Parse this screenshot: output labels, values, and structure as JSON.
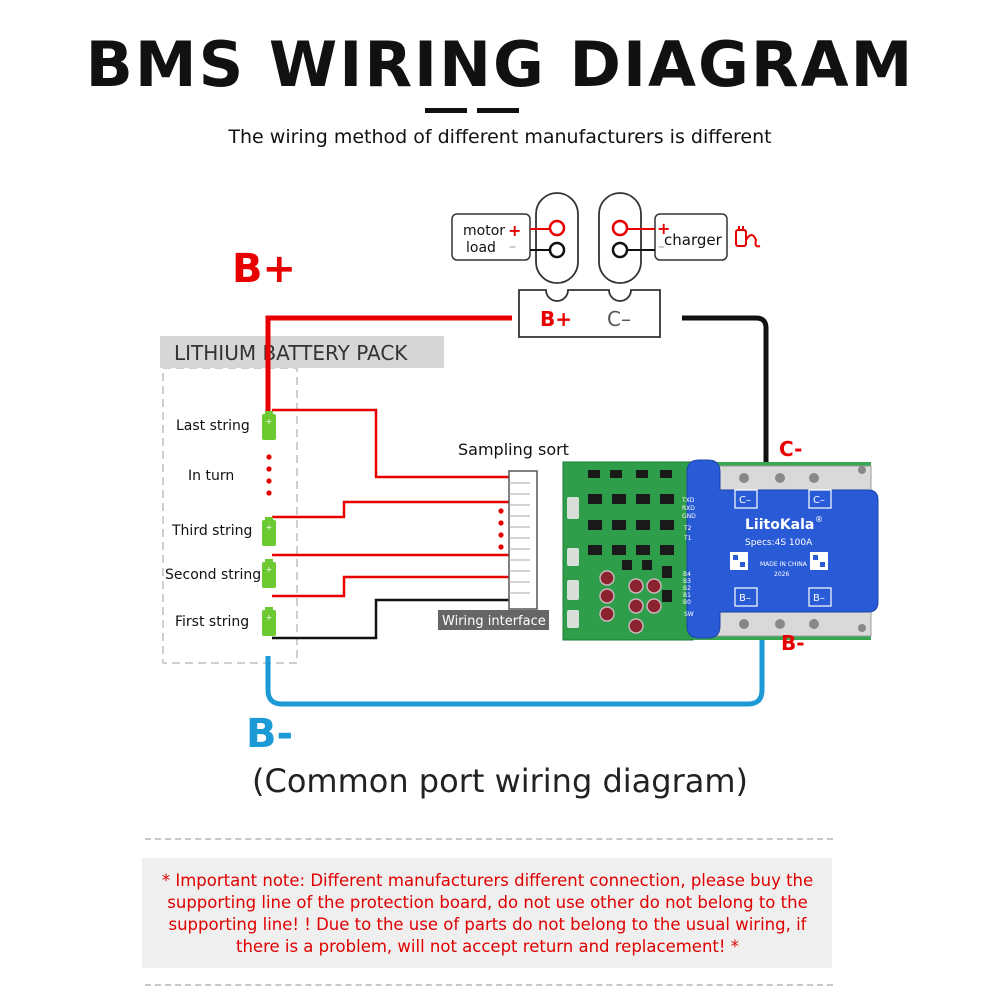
{
  "header": {
    "title": "BMS WIRING DIAGRAM",
    "subtitle": "The wiring method of different manufacturers is different"
  },
  "terminals": {
    "motor_label_1": "motor",
    "motor_label_2": "load",
    "charger_label": "charger",
    "plus_sign": "+",
    "minus_sign": "–",
    "port_bplus": "B+",
    "port_cminus": "C–"
  },
  "labels": {
    "b_plus": "B+",
    "b_minus": "B-",
    "c_minus_board": "C-",
    "b_minus_board": "B-",
    "battery_pack": "LITHIUM BATTERY PACK",
    "sampling_sort": "Sampling sort",
    "wiring_interface": "Wiring interface"
  },
  "strings": [
    "Last string",
    "In turn",
    "Third string",
    "Second string",
    "First string"
  ],
  "board": {
    "brand": "LiitoKala",
    "registered": "®",
    "specs": "Specs:4S  100A",
    "made_in": "MADE IN CHINA",
    "year": "2026",
    "c_minus": "C–",
    "b_minus": "B–",
    "pins_top": [
      "TXD",
      "RXD",
      "GND"
    ],
    "pins_mid": [
      "T2",
      "T1"
    ],
    "pins_bot": [
      "B4",
      "B3",
      "B2",
      "B1",
      "B0"
    ],
    "pin_sw": "SW"
  },
  "caption": "(Common port wiring diagram)",
  "note": "* Important note: Different manufacturers different connection, please buy the supporting line of the protection board, do not use other do not belong to the supporting line! ! Due to the use of parts do not belong to the usual wiring, if there is a problem, will not accept return and replacement! *",
  "colors": {
    "red": "#e80000",
    "blue": "#1b9ad6",
    "black": "#111111",
    "board_blue": "#2a5bd7",
    "pcb_green": "#2e9e4a",
    "cell_green": "#6cc930"
  }
}
